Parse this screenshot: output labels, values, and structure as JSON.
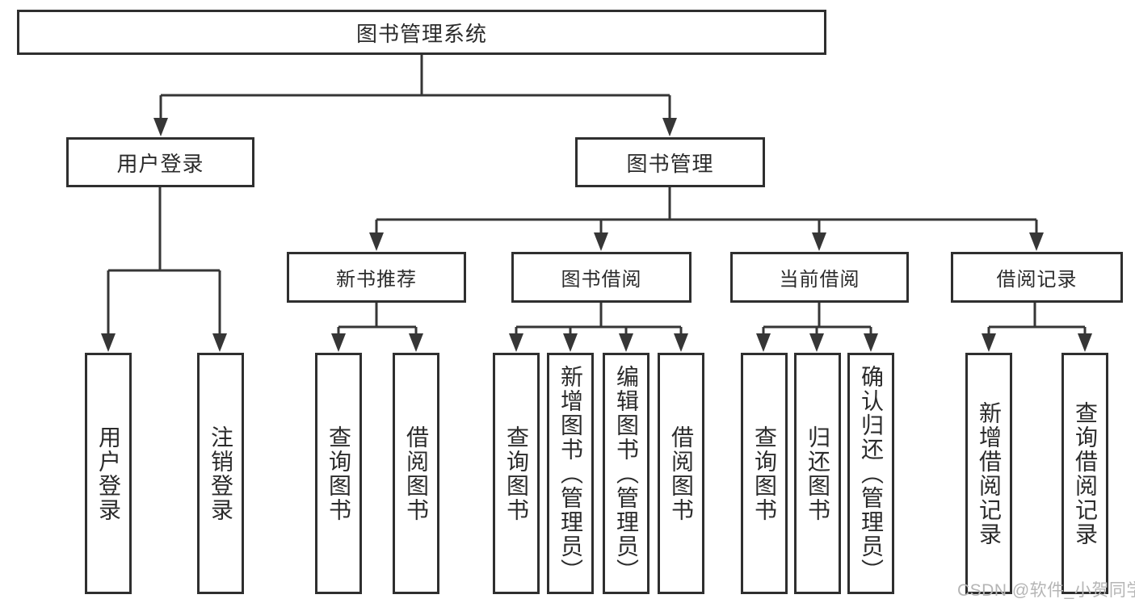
{
  "nodes": {
    "root": "图书管理系统",
    "user_login": "用户登录",
    "book_mgmt": "图书管理",
    "new_books": "新书推荐",
    "book_borrow": "图书借阅",
    "current_borrow": "当前借阅",
    "borrow_records": "借阅记录"
  },
  "leaves": {
    "user_login": [
      "用户登录",
      "注销登录"
    ],
    "new_books": [
      "查询图书",
      "借阅图书"
    ],
    "book_borrow": [
      "查询图书",
      "新增图书（管理员）",
      "编辑图书（管理员）",
      "借阅图书"
    ],
    "current_borrow": [
      "查询图书",
      "归还图书",
      "确认归还（管理员）"
    ],
    "borrow_records": [
      "新增借阅记录",
      "查询借阅记录"
    ]
  },
  "watermark": "CSDN @软件_小贺同学",
  "colors": {
    "line": "#363636",
    "box_border": "#2f2f2f",
    "text": "#2b2b2b",
    "watermark": "#b5b5b5",
    "background": "#ffffff"
  }
}
